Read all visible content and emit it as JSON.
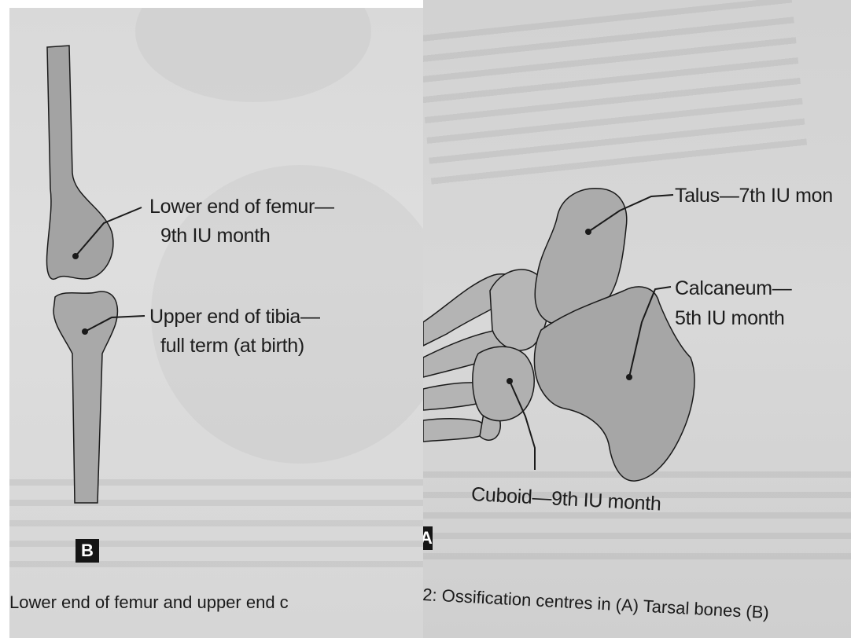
{
  "panel_b": {
    "letter": "B",
    "labels": {
      "femur_line1": "Lower end of femur—",
      "femur_line2": "9th IU month",
      "tibia_line1": "Upper end of tibia—",
      "tibia_line2": "full term (at birth)"
    },
    "caption": "Lower end of femur and upper end c"
  },
  "panel_a": {
    "letter": "A",
    "labels": {
      "talus": "Talus—7th IU mon",
      "calcaneum_line1": "Calcaneum—",
      "calcaneum_line2": "5th IU month",
      "cuboid": "Cuboid—9th IU month"
    },
    "caption": "2: Ossification centres in (A) Tarsal bones (B)"
  },
  "colors": {
    "page_left": "#dadada",
    "page_right": "#d3d3d3",
    "bone_fill": "#a9a9a9",
    "line": "#1a1a1a"
  }
}
